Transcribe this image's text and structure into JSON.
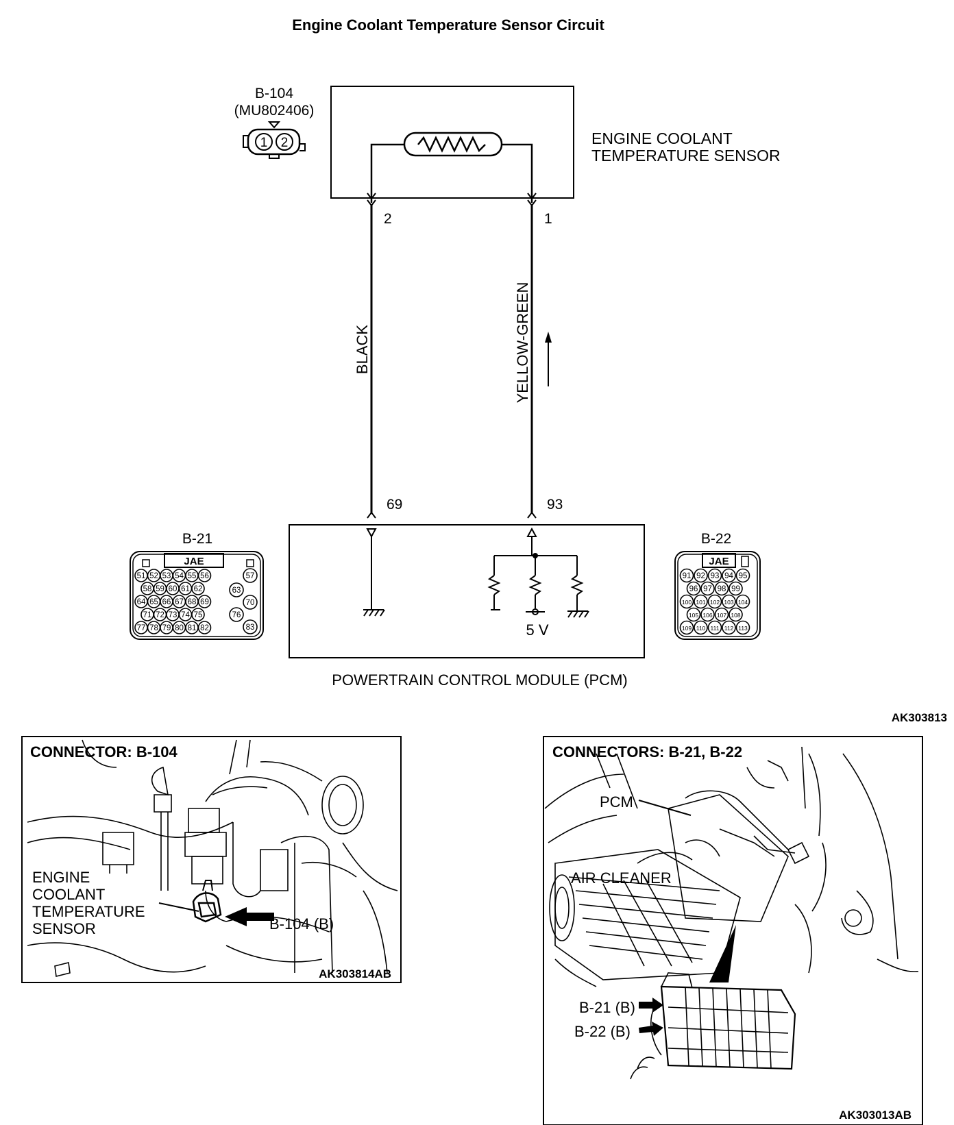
{
  "title": "Engine Coolant Temperature Sensor Circuit",
  "sensor_connector": {
    "id": "B-104",
    "part": "(MU802406)",
    "pins": [
      "1",
      "2"
    ]
  },
  "sensor_label": [
    "ENGINE COOLANT",
    "TEMPERATURE SENSOR"
  ],
  "sensor_pins": {
    "left": "2",
    "right": "1"
  },
  "wires": {
    "left": "BLACK",
    "right": "YELLOW-GREEN"
  },
  "pcm_pins": {
    "left": "69",
    "right": "93"
  },
  "supply_voltage": "5 V",
  "pcm_label": "POWERTRAIN CONTROL MODULE (PCM)",
  "connector_b21": {
    "id": "B-21",
    "type": "JAE",
    "rows": [
      [
        "51",
        "52",
        "53",
        "54",
        "55",
        "56"
      ],
      [
        "58",
        "59",
        "60",
        "61",
        "62"
      ],
      [
        "64",
        "65",
        "66",
        "67",
        "68",
        "69"
      ],
      [
        "71",
        "72",
        "73",
        "74",
        "75"
      ],
      [
        "77",
        "78",
        "79",
        "80",
        "81",
        "82"
      ]
    ],
    "side": [
      "57",
      "63",
      "70",
      "76",
      "83"
    ]
  },
  "connector_b22": {
    "id": "B-22",
    "type": "JAE",
    "rows": [
      [
        "91",
        "92",
        "93",
        "94",
        "95"
      ],
      [
        "96",
        "97",
        "98",
        "99"
      ],
      [
        "100",
        "101",
        "102",
        "103",
        "104"
      ],
      [
        "105",
        "106",
        "107",
        "108"
      ],
      [
        "109",
        "110",
        "111",
        "112",
        "113"
      ]
    ]
  },
  "diagram_code": "AK303813",
  "left_panel": {
    "title": "CONNECTOR: B-104",
    "label": [
      "ENGINE",
      "COOLANT",
      "TEMPERATURE",
      "SENSOR"
    ],
    "arrow_label": "B-104 (B)",
    "code": "AK303814AB"
  },
  "right_panel": {
    "title": "CONNECTORS: B-21, B-22",
    "pcm": "PCM",
    "air_cleaner": "AIR CLEANER",
    "b21": "B-21 (B)",
    "b22": "B-22 (B)",
    "code": "AK303013AB"
  }
}
